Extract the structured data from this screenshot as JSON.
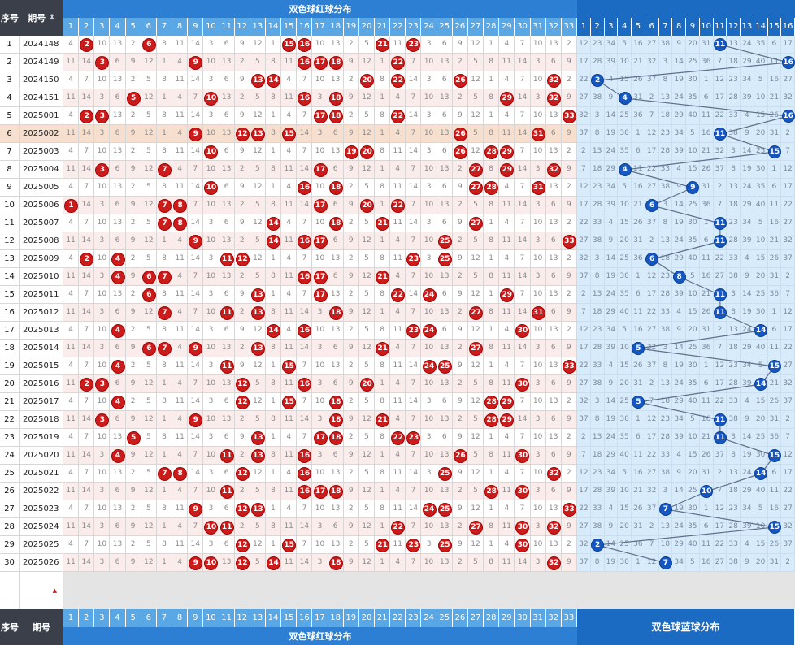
{
  "header": {
    "seq_label": "序号",
    "period_label": "期号",
    "period_label_bottom": "期号",
    "sort_icon": "up-down-arrows-icon",
    "title": "双色球红球分布",
    "title_bottom": "双色球红球分布",
    "bottom_blue_title": "双色球蓝球分布"
  },
  "red_headers": [
    "1",
    "2",
    "3",
    "4",
    "5",
    "6",
    "7",
    "8",
    "9",
    "10",
    "11",
    "12",
    "13",
    "14",
    "15",
    "16",
    "17",
    "18",
    "19",
    "20",
    "21",
    "22",
    "23",
    "24",
    "25",
    "26",
    "27",
    "28",
    "29",
    "30",
    "31",
    "32",
    "33"
  ],
  "blue_headers": [
    "1",
    "2",
    "3",
    "4",
    "5",
    "6",
    "7",
    "8",
    "9",
    "10",
    "11",
    "12",
    "13",
    "14",
    "15",
    "16"
  ],
  "colors": {
    "red_ball": "#cc1b1b",
    "blue_ball": "#1457c3",
    "header_blue": "#2c7fd2",
    "blue_zone": "#d7ebfb",
    "red_zone_alt": "#fbecec",
    "highlight_row": "#f6dfcf"
  },
  "rows": [
    {
      "seq": "1",
      "period": "2024148",
      "red": [
        2,
        6,
        15,
        16,
        21,
        23
      ],
      "blue": 11
    },
    {
      "seq": "2",
      "period": "2024149",
      "red": [
        3,
        9,
        16,
        17,
        18,
        22
      ],
      "blue": 16
    },
    {
      "seq": "3",
      "period": "2024150",
      "red": [
        13,
        14,
        20,
        22,
        26,
        32
      ],
      "blue": 2
    },
    {
      "seq": "4",
      "period": "2024151",
      "red": [
        5,
        10,
        16,
        18,
        29,
        32
      ],
      "blue": 4
    },
    {
      "seq": "5",
      "period": "2025001",
      "red": [
        2,
        3,
        17,
        18,
        22,
        33
      ],
      "blue": 16
    },
    {
      "seq": "6",
      "period": "2025002",
      "red": [
        9,
        12,
        13,
        15,
        26,
        31
      ],
      "blue": 11
    },
    {
      "seq": "7",
      "period": "2025003",
      "red": [
        10,
        19,
        20,
        26,
        28,
        29
      ],
      "blue": 15
    },
    {
      "seq": "8",
      "period": "2025004",
      "red": [
        3,
        7,
        17,
        27,
        29,
        32
      ],
      "blue": 4
    },
    {
      "seq": "9",
      "period": "2025005",
      "red": [
        10,
        16,
        18,
        27,
        28,
        31
      ],
      "blue": 9
    },
    {
      "seq": "10",
      "period": "2025006",
      "red": [
        1,
        7,
        8,
        17,
        20,
        22
      ],
      "blue": 6
    },
    {
      "seq": "11",
      "period": "2025007",
      "red": [
        7,
        8,
        14,
        18,
        21,
        27
      ],
      "blue": 11
    },
    {
      "seq": "12",
      "period": "2025008",
      "red": [
        9,
        14,
        16,
        17,
        25,
        33
      ],
      "blue": 11
    },
    {
      "seq": "13",
      "period": "2025009",
      "red": [
        2,
        4,
        11,
        12,
        23,
        25
      ],
      "blue": 6
    },
    {
      "seq": "14",
      "period": "2025010",
      "red": [
        4,
        6,
        7,
        16,
        17,
        21
      ],
      "blue": 8
    },
    {
      "seq": "15",
      "period": "2025011",
      "red": [
        6,
        13,
        17,
        22,
        24,
        29
      ],
      "blue": 11
    },
    {
      "seq": "16",
      "period": "2025012",
      "red": [
        7,
        11,
        13,
        18,
        27,
        31
      ],
      "blue": 11
    },
    {
      "seq": "17",
      "period": "2025013",
      "red": [
        4,
        14,
        16,
        23,
        24,
        30
      ],
      "blue": 14
    },
    {
      "seq": "18",
      "period": "2025014",
      "red": [
        6,
        7,
        9,
        13,
        21,
        27
      ],
      "blue": 5
    },
    {
      "seq": "19",
      "period": "2025015",
      "red": [
        4,
        11,
        15,
        24,
        25,
        33
      ],
      "blue": 15
    },
    {
      "seq": "20",
      "period": "2025016",
      "red": [
        2,
        3,
        12,
        16,
        20,
        30
      ],
      "blue": 14
    },
    {
      "seq": "21",
      "period": "2025017",
      "red": [
        4,
        12,
        15,
        18,
        28,
        29
      ],
      "blue": 5
    },
    {
      "seq": "22",
      "period": "2025018",
      "red": [
        3,
        9,
        18,
        21,
        28,
        29
      ],
      "blue": 11
    },
    {
      "seq": "23",
      "period": "2025019",
      "red": [
        5,
        13,
        17,
        18,
        22,
        23
      ],
      "blue": 11
    },
    {
      "seq": "24",
      "period": "2025020",
      "red": [
        4,
        11,
        13,
        16,
        26,
        30
      ],
      "blue": 15
    },
    {
      "seq": "25",
      "period": "2025021",
      "red": [
        7,
        8,
        12,
        16,
        25,
        32
      ],
      "blue": 14
    },
    {
      "seq": "26",
      "period": "2025022",
      "red": [
        11,
        16,
        17,
        18,
        28,
        30
      ],
      "blue": 10
    },
    {
      "seq": "27",
      "period": "2025023",
      "red": [
        9,
        12,
        13,
        24,
        25,
        33
      ],
      "blue": 7
    },
    {
      "seq": "28",
      "period": "2025024",
      "red": [
        10,
        11,
        22,
        27,
        30,
        32
      ],
      "blue": 15
    },
    {
      "seq": "29",
      "period": "2025025",
      "red": [
        12,
        15,
        21,
        23,
        25,
        30
      ],
      "blue": 2
    },
    {
      "seq": "30",
      "period": "2025026",
      "red": [
        9,
        10,
        12,
        14,
        18,
        32
      ],
      "blue": 7
    }
  ],
  "footer": {
    "marker_icon": "triangle-marker-icon"
  }
}
